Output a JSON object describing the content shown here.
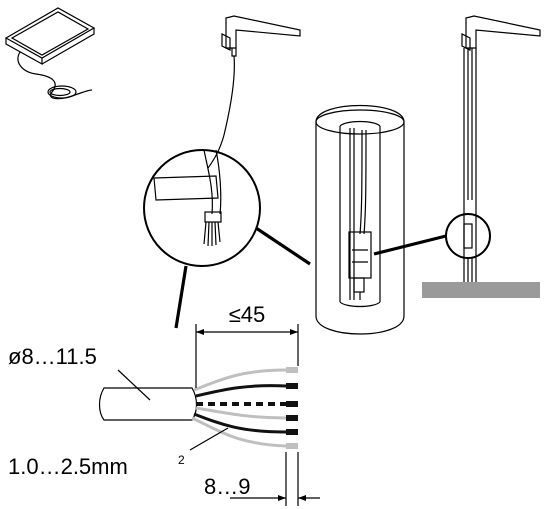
{
  "diagram": {
    "labels": {
      "cable_diameter": "ø8…11.5",
      "strip_length": "≤45",
      "wire_cross_section": "1.0…2.5mm",
      "wire_cross_section_sup": "2",
      "wire_strip_length": "8…9"
    },
    "colors": {
      "line": "#000000",
      "floor": "#9a9a9a",
      "wire_light": "#bfbfbf",
      "wire_dark": "#111111"
    },
    "icons": [
      "scale-platform-icon",
      "column-head-icon",
      "cable-detail-magnifier-icon"
    ]
  }
}
